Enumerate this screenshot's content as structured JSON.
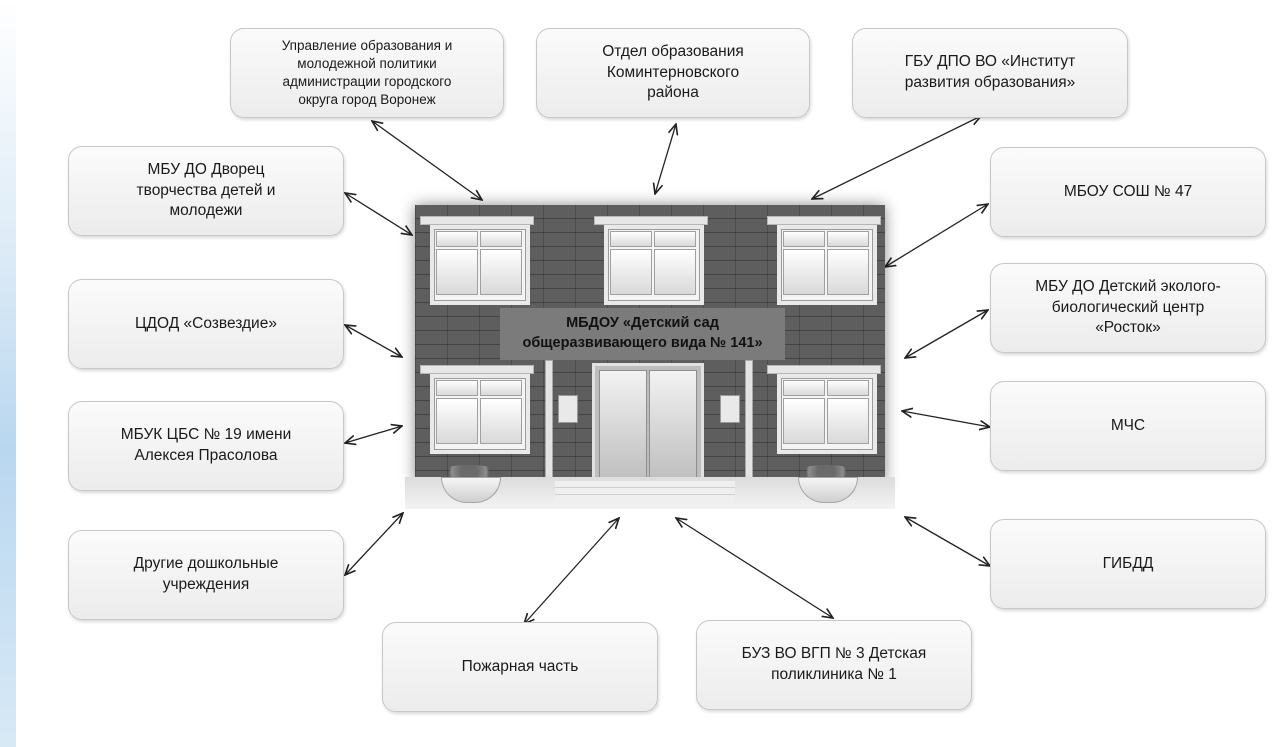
{
  "center": {
    "name": "МБДОУ «Детский сад\nобщеразвивающего вида № 141»"
  },
  "partners": {
    "upravlenie": "Управление образования и\nмолодежной политики\nадминистрации городского\nокруга город Воронеж",
    "otdel": "Отдел образования\nКоминтерновского\nрайона",
    "gbu": "ГБУ ДПО ВО «Институт\nразвития образования»",
    "dvorec": "МБУ ДО Дворец\nтворчества детей и\nмолодежи",
    "sosh": "МБОУ СОШ № 47",
    "cdod": "ЦДОД «Созвездие»",
    "rostok": "МБУ ДО Детский эколого-\nбиологический центр\n«Росток»",
    "mbuk": "МБУК ЦБС № 19 имени\nАлексея Прасолова",
    "mchs": "МЧС",
    "drugie": "Другие дошкольные\nучреждения",
    "gibdd": "ГИБДД",
    "pozhar": "Пожарная часть",
    "buz": "БУЗ ВО ВГП № 3 Детская\nполиклиника № 1"
  },
  "colors": {
    "box_border": "#c7c7c7",
    "box_fill": "#efefef",
    "arrow": "#222222",
    "wall": "#5e5e5e",
    "sign": "#7b7b7b"
  },
  "icons": [
    "building-illustration",
    "double-arrow-icon"
  ]
}
